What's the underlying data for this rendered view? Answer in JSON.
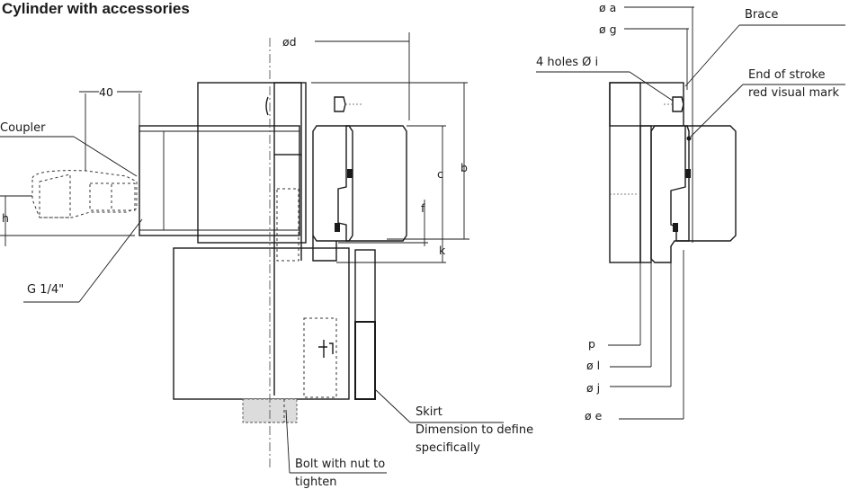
{
  "title": "Cylinder with accessories",
  "labels": {
    "coupler": "Coupler",
    "g_thread": "G 1/4\"",
    "dim_40": "40",
    "dim_h": "h",
    "dim_d": "ød",
    "dim_b": "b",
    "dim_c": "c",
    "dim_f": "f",
    "dim_k": "k",
    "skirt": "Skirt",
    "skirt_note": "Dimension to define",
    "skirt_note2": "specifically",
    "bolt": "Bolt with nut to",
    "bolt2": "tighten",
    "dim_a": "ø a",
    "dim_g": "ø g",
    "holes": "4 holes Ø i",
    "brace": "Brace",
    "end_stroke": "End of stroke",
    "end_stroke2": "red visual mark",
    "dim_p": "p",
    "dim_l": "ø l",
    "dim_j": "ø j",
    "dim_e": "ø e"
  },
  "colors": {
    "part_light": "#e8e8e8",
    "part_mid": "#dcdcdc",
    "part_dark": "#9a9a9a",
    "skirt_dark": "#8a8a8a",
    "line": "#1a1a1a"
  }
}
